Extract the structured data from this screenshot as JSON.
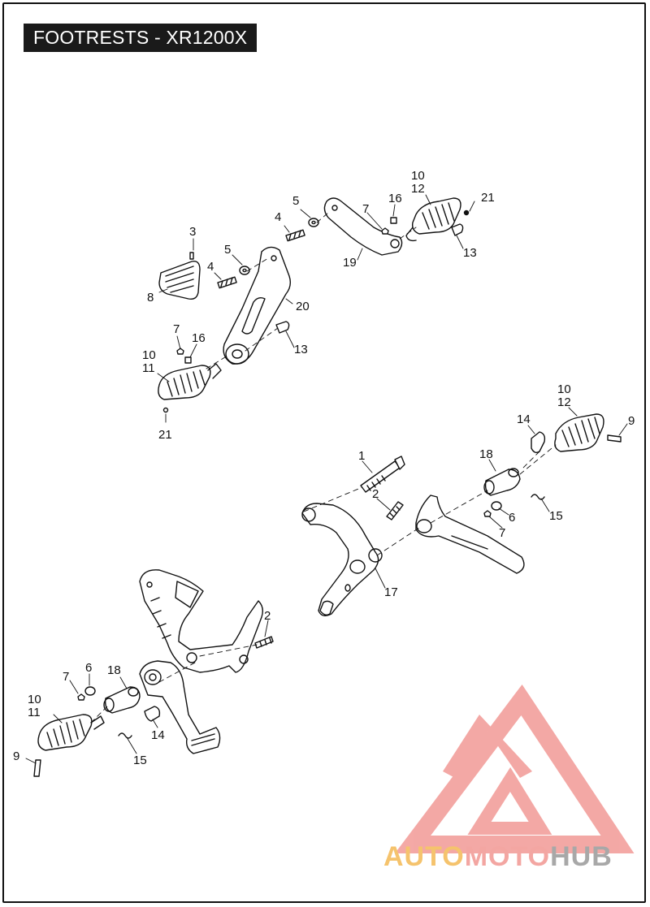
{
  "title": "FOOTRESTS - XR1200X",
  "watermark": {
    "part1": "AUTO",
    "part2": "MOTO",
    "part3": "HUB",
    "color1": "#f5c36d",
    "color2": "#f3a6a2",
    "color3": "#a8a8a8",
    "logo_color": "#f29a96"
  },
  "footnote": "",
  "callouts": {
    "c1": "1",
    "c2a": "2",
    "c2b": "2",
    "c3": "3",
    "c4a": "4",
    "c4b": "4",
    "c5a": "5",
    "c5b": "5",
    "c6a": "6",
    "c6b": "6",
    "c7a": "7",
    "c7b": "7",
    "c7c": "7",
    "c7d": "7",
    "c8": "8",
    "c9a": "9",
    "c9b": "9",
    "c10a": "10",
    "c10b": "10",
    "c10c": "10",
    "c10d": "10",
    "c11a": "11",
    "c11b": "11",
    "c12a": "12",
    "c12b": "12",
    "c13a": "13",
    "c13b": "13",
    "c14a": "14",
    "c14b": "14",
    "c15a": "15",
    "c15b": "15",
    "c16a": "16",
    "c16b": "16",
    "c17": "17",
    "c18a": "18",
    "c18b": "18",
    "c19": "19",
    "c20": "20",
    "c21a": "21",
    "c21b": "21"
  }
}
